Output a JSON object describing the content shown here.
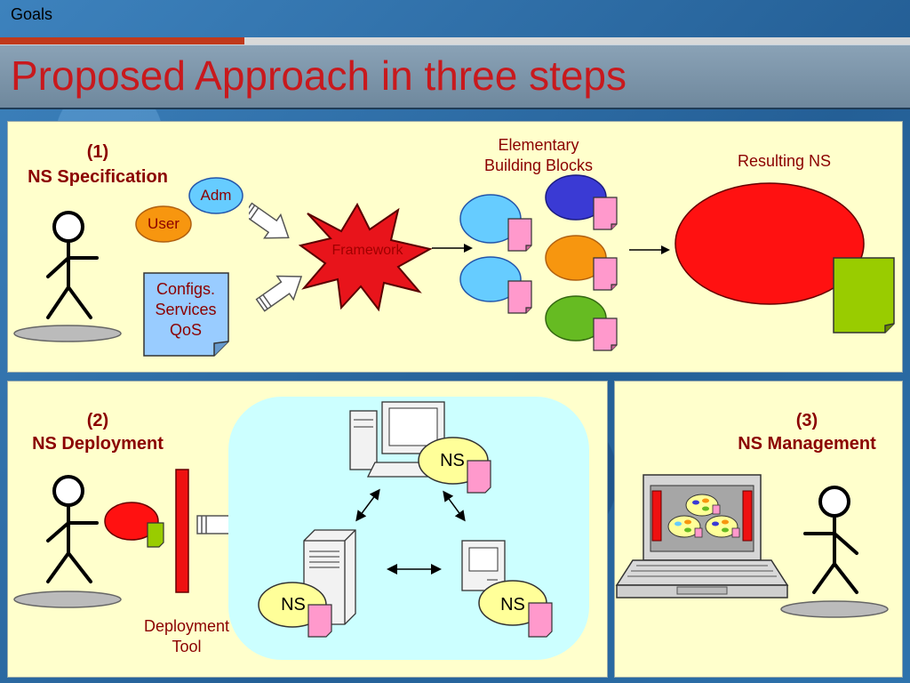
{
  "header": {
    "section": "Goals",
    "title": "Proposed Approach in three steps"
  },
  "step1": {
    "number": "(1)",
    "title": "NS Specification",
    "adm": "Adm",
    "user": "User",
    "note_lines": [
      "Configs.",
      "Services",
      "QoS"
    ],
    "framework": "Framework",
    "blocks_label_lines": [
      "Elementary",
      "Building Blocks"
    ],
    "result": "Resulting NS"
  },
  "step2": {
    "number": "(2)",
    "title": "NS Deployment",
    "tool_lines": [
      "Deployment",
      "Tool"
    ],
    "ns_label": "NS"
  },
  "step3": {
    "number": "(3)",
    "title": "NS Management"
  },
  "colors": {
    "title_red": "#c8191d",
    "label_red": "#8b0000",
    "panel_bg": "#ffffcc",
    "cloud_bg": "#ccffff",
    "framework_red": "#e8141b",
    "blue": "#3a3ad4",
    "orange": "#f7960f",
    "green": "#66bb22",
    "light_blue": "#66ccff",
    "pink": "#ff99cc",
    "ns_yellow": "#ffff99"
  }
}
